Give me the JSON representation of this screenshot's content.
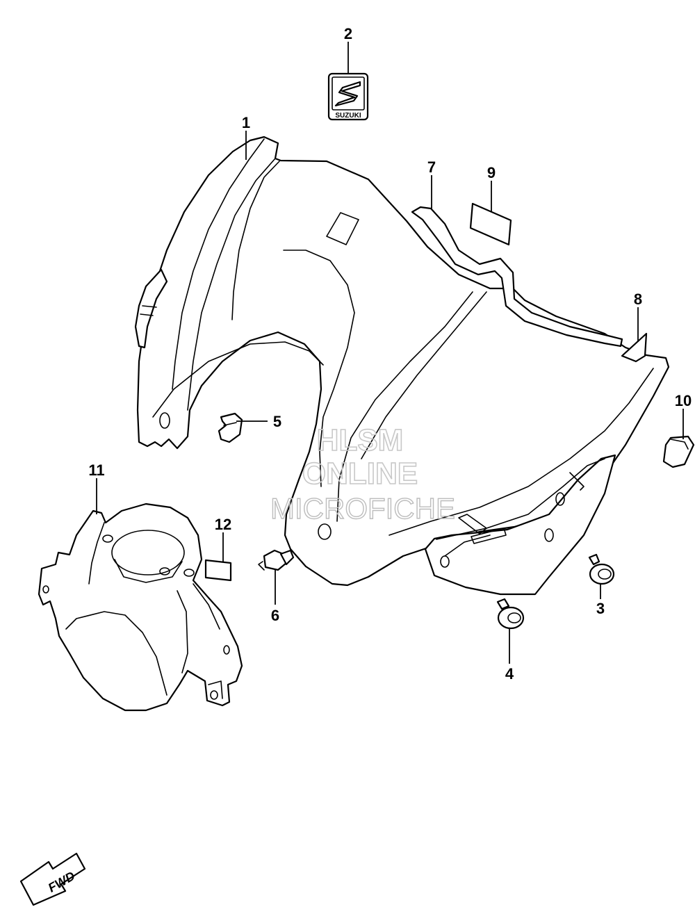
{
  "diagram": {
    "brand_label": "SUZUKI",
    "fwd_label": "FWD",
    "watermark": [
      "HLSM",
      "ONLINE",
      "MICROFICHE"
    ],
    "callouts": [
      "1",
      "2",
      "3",
      "4",
      "5",
      "6",
      "7",
      "8",
      "9",
      "10",
      "11",
      "12"
    ]
  }
}
